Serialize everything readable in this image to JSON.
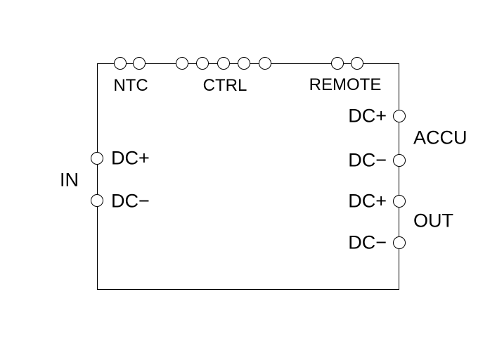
{
  "diagram": {
    "top_terminals": [
      {
        "label": "NTC",
        "pin_count": 2
      },
      {
        "label": "CTRL",
        "pin_count": 5
      },
      {
        "label": "REMOTE",
        "pin_count": 2
      }
    ],
    "left_terminal_group": {
      "label": "IN",
      "pins": [
        {
          "label": "DC+"
        },
        {
          "label": "DC−"
        }
      ]
    },
    "right_terminal_groups": [
      {
        "label": "ACCU",
        "pins": [
          {
            "label": "DC+"
          },
          {
            "label": "DC−"
          }
        ]
      },
      {
        "label": "OUT",
        "pins": [
          {
            "label": "DC+"
          },
          {
            "label": "DC−"
          }
        ]
      }
    ],
    "colors": {
      "line": "#000000",
      "background": "#ffffff"
    }
  }
}
